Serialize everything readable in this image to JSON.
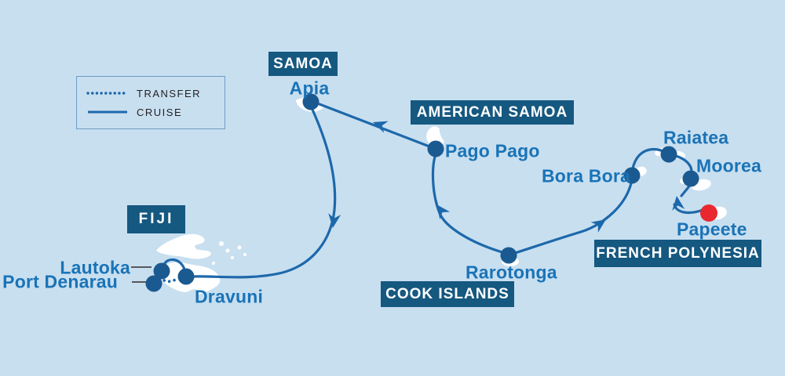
{
  "map": {
    "title": "South Pacific cruise itinerary map",
    "ocean_color": "#c8dff0",
    "route_color": "#1d68aa",
    "port_dot_color": "#1b5a90",
    "start_dot_color": "#e9272f",
    "port_label_color": "#1a73b6",
    "region_box_color": "#155880"
  },
  "legend": {
    "items": [
      {
        "label": "TRANSFER",
        "style": "dotted"
      },
      {
        "label": "CRUISE",
        "style": "solid"
      }
    ]
  },
  "regions": [
    {
      "label": "SAMOA"
    },
    {
      "label": "AMERICAN SAMOA"
    },
    {
      "label": "FIJI"
    },
    {
      "label": "COOK ISLANDS"
    },
    {
      "label": "FRENCH POLYNESIA"
    }
  ],
  "ports": [
    {
      "label": "Apia",
      "country": "Samoa",
      "dot": "blue"
    },
    {
      "label": "Pago Pago",
      "country": "American Samoa",
      "dot": "blue"
    },
    {
      "label": "Raiatea",
      "country": "French Polynesia",
      "dot": "blue"
    },
    {
      "label": "Moorea",
      "country": "French Polynesia",
      "dot": "blue"
    },
    {
      "label": "Bora Bora",
      "country": "French Polynesia",
      "dot": "blue"
    },
    {
      "label": "Papeete",
      "country": "French Polynesia",
      "dot": "red"
    },
    {
      "label": "Rarotonga",
      "country": "Cook Islands",
      "dot": "blue"
    },
    {
      "label": "Dravuni",
      "country": "Fiji",
      "dot": "blue"
    },
    {
      "label": "Lautoka",
      "country": "Fiji",
      "dot": "blue"
    },
    {
      "label": "Port Denarau",
      "country": "Fiji",
      "dot": "blue"
    }
  ],
  "itinerary": [
    "Papeete",
    "Moorea",
    "Raiatea",
    "Bora Bora",
    "Rarotonga",
    "Pago Pago",
    "Apia",
    "Dravuni",
    "Lautoka",
    "Port Denarau"
  ]
}
